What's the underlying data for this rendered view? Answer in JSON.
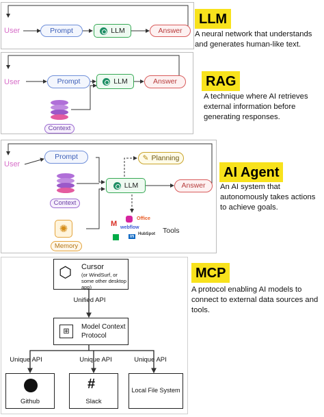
{
  "llm_section": {
    "tag": "LLM",
    "description": "A neural network that understands and generates human-like text.",
    "user": "User",
    "prompt": "Prompt",
    "llm": "LLM",
    "answer": "Answer"
  },
  "rag_section": {
    "tag": "RAG",
    "description": "A technique where AI retrieves external information before generating responses.",
    "user": "User",
    "prompt": "Prompt",
    "llm": "LLM",
    "answer": "Answer",
    "context": "Context"
  },
  "agent_section": {
    "tag": "AI Agent",
    "description": "An AI system that autonomously takes actions to achieve goals.",
    "user": "User",
    "prompt": "Prompt",
    "planning": "Planning",
    "llm": "LLM",
    "answer": "Answer",
    "context": "Context",
    "memory": "Memory",
    "tools_label": "Tools",
    "tool_logos": [
      "Office",
      "webflow",
      "HubSpot",
      "in"
    ]
  },
  "mcp_section": {
    "tag": "MCP",
    "description": "A protocol enabling AI models to connect to external data sources and tools.",
    "cursor_title": "Cursor",
    "cursor_subtitle": "(or WindSurf, or some other desktop app)",
    "unified_api": "Unified API",
    "protocol_title": "Model Context Protocol",
    "unique_api_1": "Unique API",
    "unique_api_2": "Unique API",
    "unique_api_3": "Unique API",
    "github": "Github",
    "slack": "Slack",
    "local_fs": "Local File System"
  },
  "colors": {
    "tag_bg": "#f8e21c",
    "user": "#d76ec8",
    "prompt": "#6f8fd9",
    "llm": "#35a853",
    "answer": "#d85b5b",
    "context": "#9b6ad0",
    "memory": "#e3a33b"
  }
}
